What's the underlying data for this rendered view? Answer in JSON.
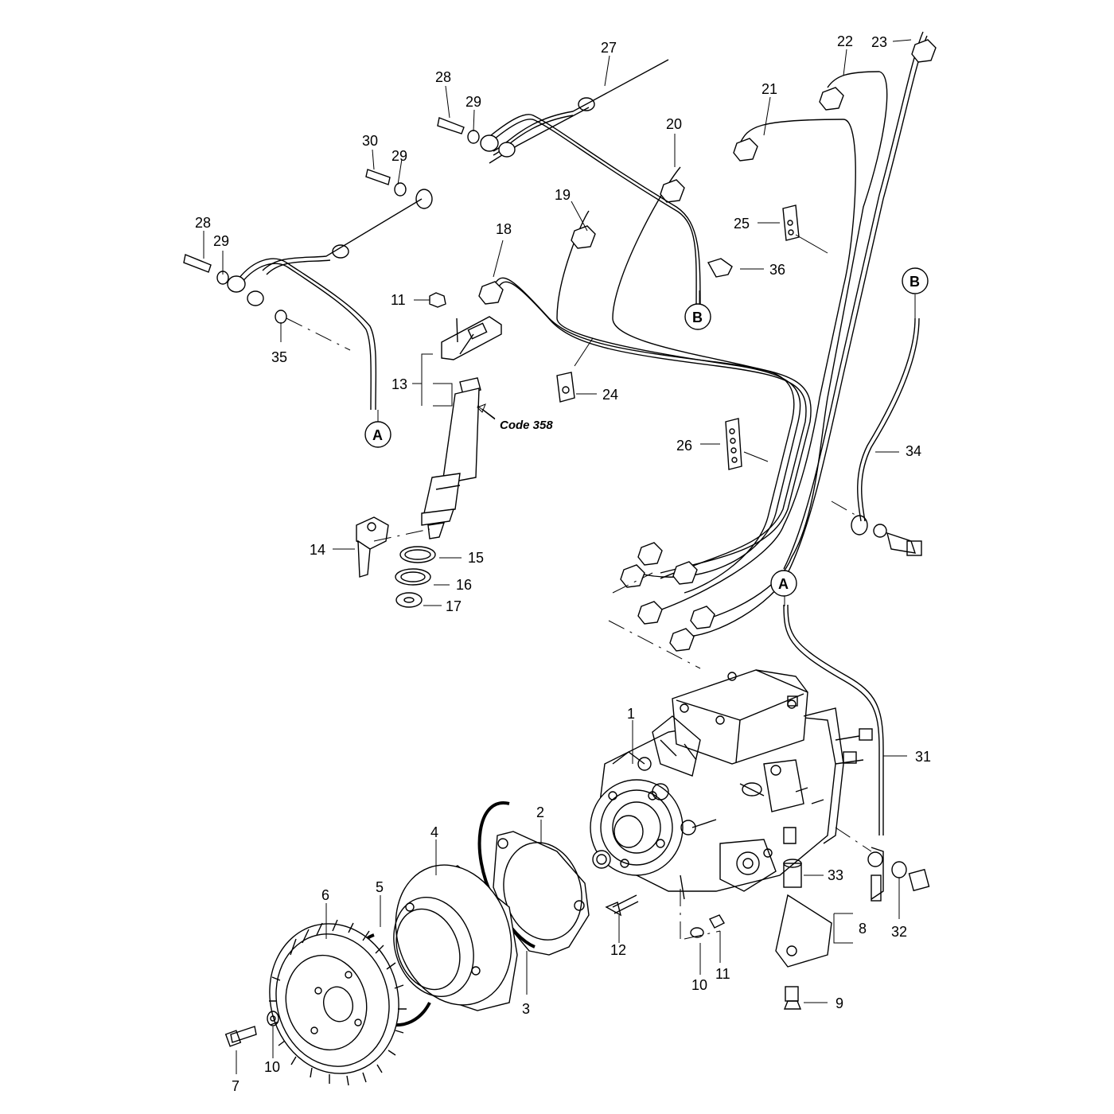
{
  "labels": {
    "n1": "1",
    "n2": "2",
    "n3": "3",
    "n4": "4",
    "n5": "5",
    "n6": "6",
    "n7": "7",
    "n8": "8",
    "n9": "9",
    "n10a": "10",
    "n10b": "10",
    "n11a": "11",
    "n11b": "11",
    "n12": "12",
    "n13": "13",
    "n14": "14",
    "n15": "15",
    "n16": "16",
    "n17": "17",
    "n18": "18",
    "n19": "19",
    "n20": "20",
    "n21": "21",
    "n22": "22",
    "n23": "23",
    "n24": "24",
    "n25": "25",
    "n26": "26",
    "n27": "27",
    "n28a": "28",
    "n28b": "28",
    "n29a": "29",
    "n29b": "29",
    "n29c": "29",
    "n30": "30",
    "n31": "31",
    "n32": "32",
    "n33": "33",
    "n34": "34",
    "n35": "35",
    "n36": "36"
  },
  "refs": {
    "a1": "A",
    "a2": "A",
    "b1": "B",
    "b2": "B"
  },
  "note": "Code 358"
}
